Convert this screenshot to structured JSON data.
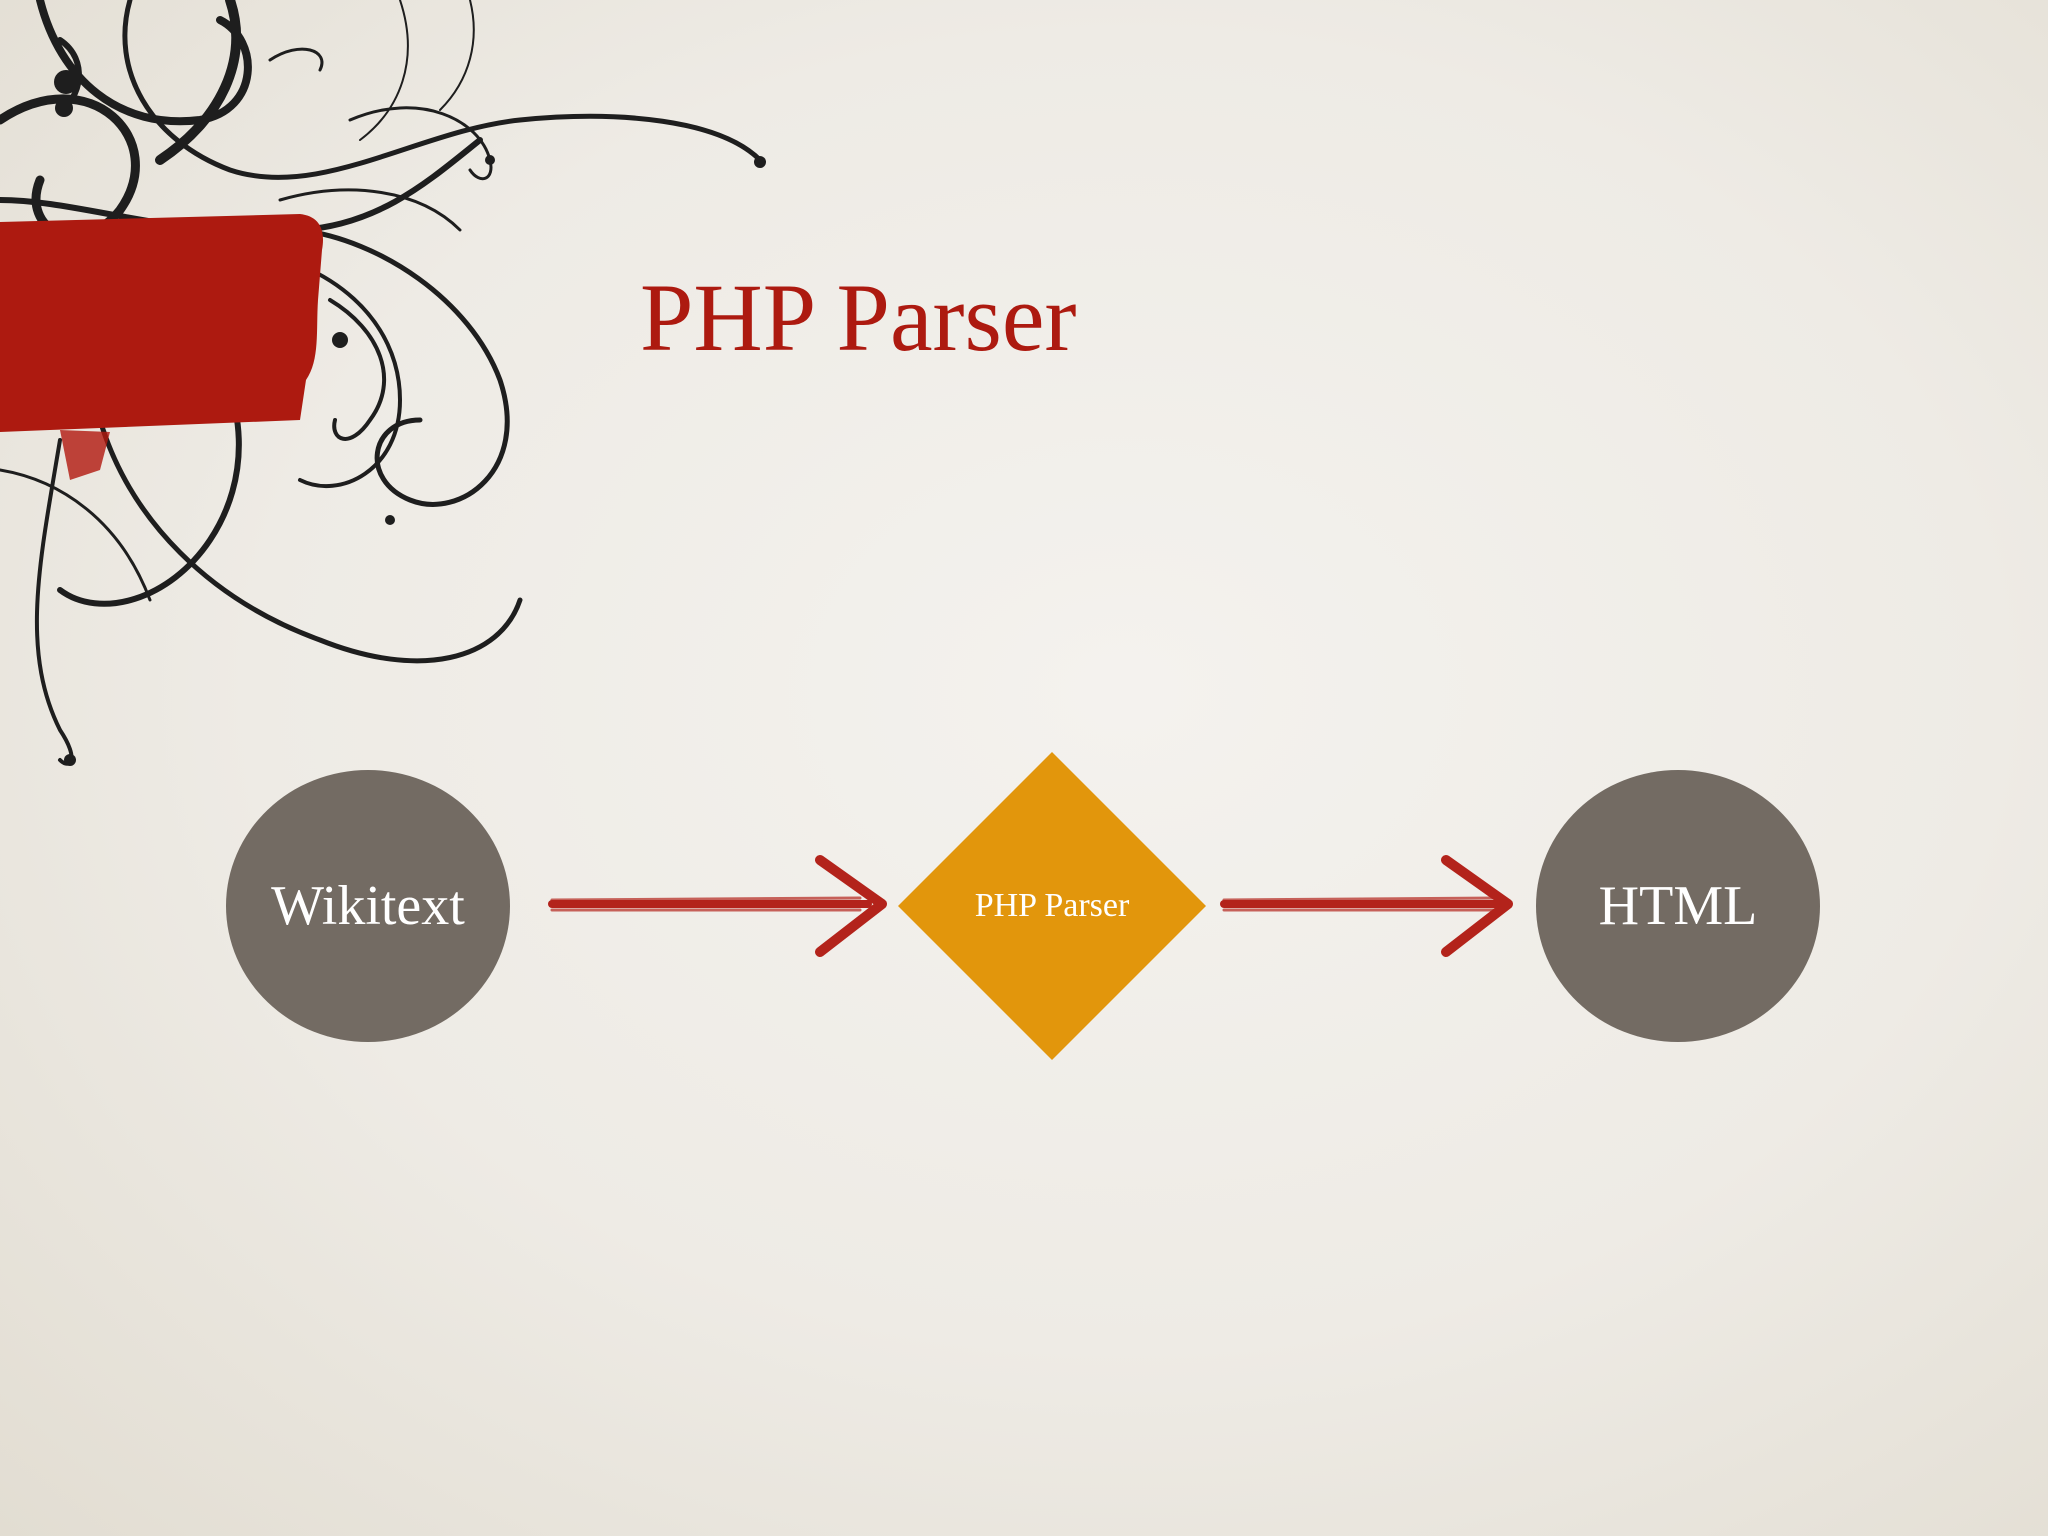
{
  "title": "PHP Parser",
  "nodes": {
    "source": "Wikitext",
    "process": "PHP Parser",
    "output": "HTML"
  },
  "colors": {
    "accent_red": "#ad1a10",
    "node_gray": "#736b63",
    "process_orange": "#e2960c",
    "flourish_black": "#1e1e1e"
  }
}
